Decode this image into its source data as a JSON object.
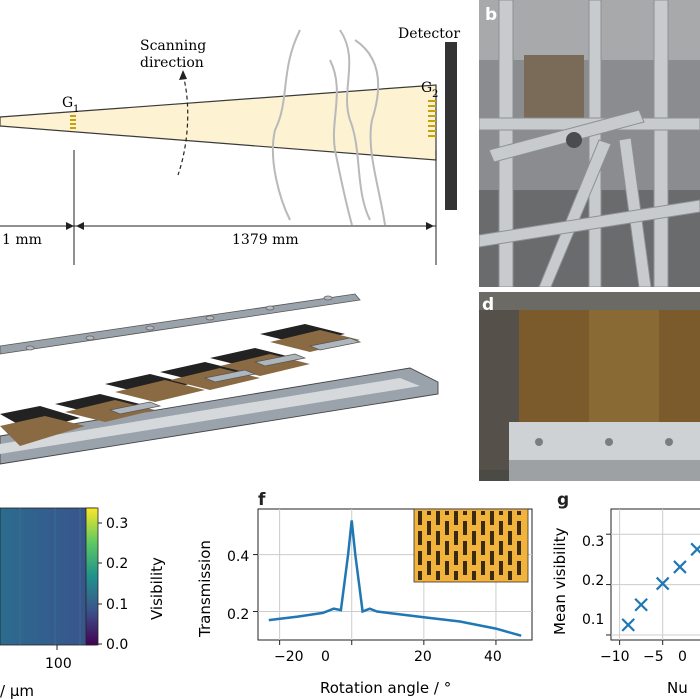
{
  "panels": {
    "a": {
      "detector_label": "Detector",
      "scan_label_line1": "Scanning",
      "scan_label_line2": "direction",
      "g1_label": "G",
      "g1_sub": "1",
      "g2_label": "G",
      "g2_sub": "2",
      "dist_left": "1 mm",
      "dist_right": "1379 mm"
    },
    "b": {
      "letter": "b"
    },
    "d": {
      "letter": "d"
    },
    "e": {
      "colorbar_label": "Visibility",
      "colorbar_ticks": [
        "0.3",
        "0.2",
        "0.1",
        "0.0"
      ],
      "x_tick": "100",
      "x_label": "/ µm"
    },
    "f": {
      "letter": "f",
      "y_label": "Transmission",
      "x_label": "Rotation angle / °",
      "y_ticks": [
        "0.4",
        "0.2"
      ],
      "x_ticks": [
        "−20",
        "0",
        "20",
        "40"
      ]
    },
    "g": {
      "letter": "g",
      "y_label": "Mean visibility",
      "x_label": "Nu",
      "y_ticks": [
        "0.3",
        "0.2",
        "0.1"
      ],
      "x_ticks": [
        "−10",
        "−5",
        "0"
      ]
    }
  },
  "chart_data": [
    {
      "type": "line",
      "panel": "f",
      "xlabel": "Rotation angle / °",
      "ylabel": "Transmission",
      "xlim": [
        -26,
        50
      ],
      "ylim": [
        0.1,
        0.56
      ],
      "grid": true,
      "x": [
        -23,
        -15,
        -8,
        -5,
        -3,
        -1,
        0,
        1,
        3,
        4,
        5,
        7,
        10,
        20,
        30,
        40,
        47
      ],
      "y": [
        0.17,
        0.182,
        0.195,
        0.21,
        0.205,
        0.4,
        0.52,
        0.4,
        0.2,
        0.205,
        0.21,
        0.2,
        0.195,
        0.18,
        0.165,
        0.14,
        0.115
      ]
    },
    {
      "type": "scatter",
      "panel": "g",
      "xlabel": "Nu",
      "ylabel": "Mean visibility",
      "xlim": [
        -11,
        2
      ],
      "ylim": [
        0.09,
        0.35
      ],
      "grid": true,
      "x": [
        -9,
        -7.5,
        -5,
        -3,
        -1
      ],
      "y": [
        0.12,
        0.16,
        0.202,
        0.235,
        0.27
      ]
    }
  ]
}
